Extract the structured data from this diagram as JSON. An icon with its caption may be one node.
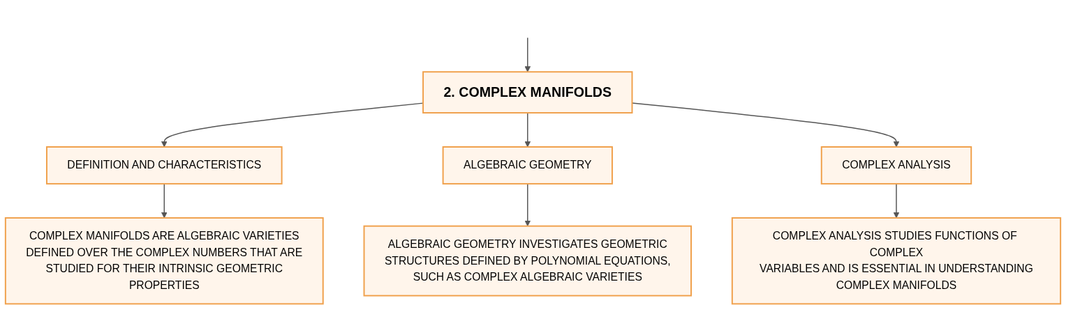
{
  "diagram": {
    "nodes": [
      {
        "text": [
          "2. COMPLEX MANIFOLDS"
        ]
      },
      {
        "text": [
          "DEFINITION AND CHARACTERISTICS"
        ]
      },
      {
        "text": [
          "ALGEBRAIC GEOMETRY"
        ]
      },
      {
        "text": [
          "COMPLEX ANALYSIS"
        ]
      },
      {
        "text": [
          "COMPLEX MANIFOLDS ARE ALGEBRAIC VARIETIES DEFINED OVER THE COMPLEX NUMBERS THAT ARE STUDIED FOR THEIR INTRINSIC GEOMETRIC PROPERTIES"
        ]
      },
      {
        "text": [
          "ALGEBRAIC GEOMETRY INVESTIGATES GEOMETRIC STRUCTURES DEFINED BY POLYNOMIAL EQUATIONS, SUCH AS COMPLEX ALGEBRAIC VARIETIES"
        ]
      },
      {
        "text": [
          "COMPLEX ANALYSIS STUDIES FUNCTIONS OF COMPLEX VARIABLES AND IS ESSENTIAL IN UNDERSTANDING COMPLEX MANIFOLDS"
        ]
      }
    ],
    "edges": [
      {
        "from": null,
        "to": 0,
        "arrow": "to"
      },
      {
        "from": 0,
        "to": 1,
        "arrow": "to"
      },
      {
        "from": 0,
        "to": 2,
        "arrow": "to"
      },
      {
        "from": 0,
        "to": 3,
        "arrow": "to"
      },
      {
        "from": 1,
        "to": 4,
        "arrow": "to"
      },
      {
        "from": 2,
        "to": 5,
        "arrow": "to"
      },
      {
        "from": 3,
        "to": 6,
        "arrow": "to"
      }
    ]
  }
}
